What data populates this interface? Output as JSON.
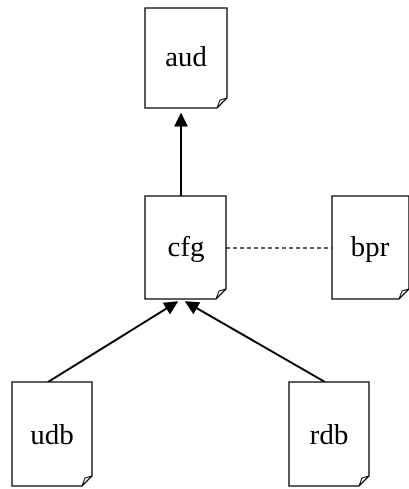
{
  "diagram": {
    "nodes": {
      "aud": "aud",
      "cfg": "cfg",
      "bpr": "bpr",
      "udb": "udb",
      "rdb": "rdb"
    },
    "edges": [
      {
        "from": "cfg",
        "to": "aud",
        "style": "solid-arrow"
      },
      {
        "from": "cfg",
        "to": "bpr",
        "style": "dashed"
      },
      {
        "from": "udb",
        "to": "cfg",
        "style": "solid-arrow"
      },
      {
        "from": "rdb",
        "to": "cfg",
        "style": "solid-arrow"
      }
    ]
  }
}
